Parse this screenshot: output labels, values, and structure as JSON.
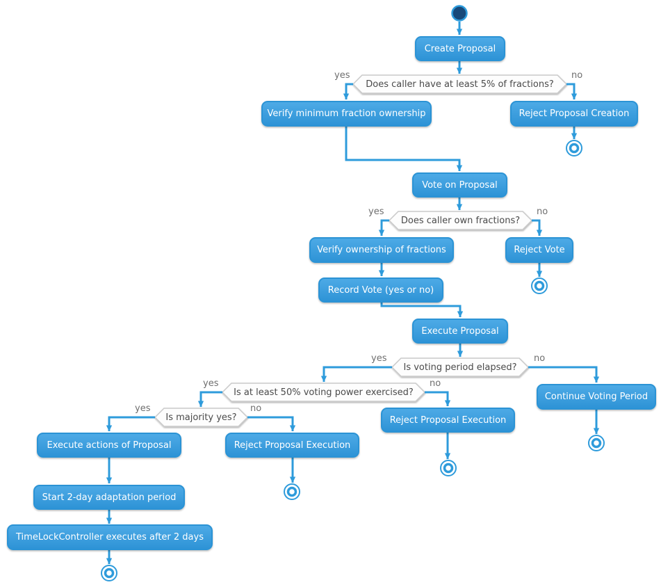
{
  "diagram": {
    "type": "activity-flowchart",
    "nodes": {
      "create_proposal": "Create Proposal",
      "verify_min_ownership": "Verify minimum fraction ownership",
      "reject_proposal_creation": "Reject Proposal Creation",
      "vote_on_proposal": "Vote on Proposal",
      "verify_ownership": "Verify ownership of fractions",
      "reject_vote": "Reject Vote",
      "record_vote": "Record Vote (yes or no)",
      "execute_proposal": "Execute Proposal",
      "continue_voting_period": "Continue Voting Period",
      "reject_execution_mid": "Reject Proposal Execution",
      "execute_actions": "Execute actions of Proposal",
      "reject_execution_bottom": "Reject Proposal Execution",
      "start_adaptation": "Start 2-day adaptation period",
      "timelock_executes": "TimeLockController executes after 2 days"
    },
    "decisions": {
      "d1": "Does caller have at least 5% of fractions?",
      "d2": "Does caller own fractions?",
      "d3": "Is voting period elapsed?",
      "d4": "Is at least 50% voting power exercised?",
      "d5": "Is majority yes?"
    },
    "edge_labels": {
      "yes": "yes",
      "no": "no"
    },
    "colors": {
      "activity_fill_top": "#4daae6",
      "activity_fill_bottom": "#2e93d6",
      "activity_border": "#2b93d5",
      "activity_text": "#ffffff",
      "edge": "#2e9bdb",
      "start_node_fill": "#17497a",
      "decision_fill": "#fdfdfd",
      "decision_border": "#c9c9c9",
      "decision_text": "#4a4a4a",
      "edge_label_text": "#6e6e6e"
    }
  }
}
